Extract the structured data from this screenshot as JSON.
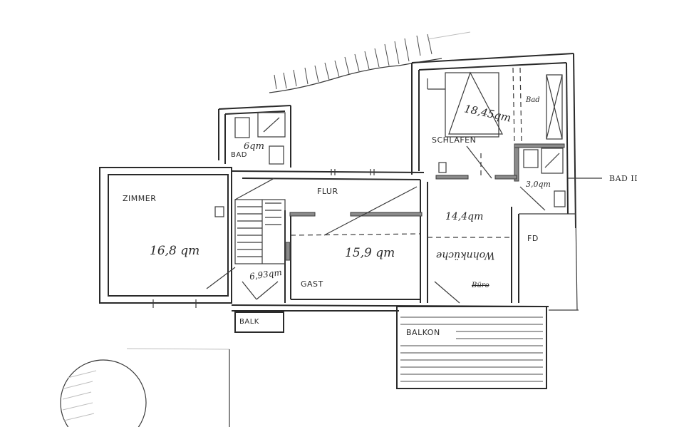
{
  "plan": {
    "type": "hand-drawn floor plan (upper floor)",
    "rooms": [
      {
        "id": "zimmer",
        "name": "ZIMMER",
        "area": "16,8 qm"
      },
      {
        "id": "flur",
        "name": "FLUR"
      },
      {
        "id": "gast",
        "name": "GAST",
        "area": "15,9 qm"
      },
      {
        "id": "bad",
        "name": "BAD",
        "area": "6 qm"
      },
      {
        "id": "treppe",
        "area": "6,93 qm"
      },
      {
        "id": "schlafen",
        "name": "SCHLAFEN",
        "area": "18,45 qm",
        "note": "Bad"
      },
      {
        "id": "bad2",
        "name": "BAD II",
        "area": "3,0 qm"
      },
      {
        "id": "wohnen",
        "name": "Wohnküche (upside-down label)",
        "area": "14,4 qm",
        "sublabel": "Büro"
      },
      {
        "id": "fd",
        "name": "FD"
      },
      {
        "id": "balk",
        "name": "BALK"
      },
      {
        "id": "balkon",
        "name": "BALKON"
      }
    ]
  },
  "labels": {
    "zimmer": "ZIMMER",
    "zimmer_area": "16,8 qm",
    "flur": "FLUR",
    "gast": "GAST",
    "gast_area": "15,9 qm",
    "bad": "BAD",
    "bad_area": "6qm",
    "treppe_area": "6,93qm",
    "schlafen": "SCHLAFEN",
    "schlafen_area": "18,45qm",
    "bad_note": "Bad",
    "bad2": "BAD II",
    "bad2_area": "3,0qm",
    "wohn_area": "14,4qm",
    "wohn_name": "Wohnküche",
    "buero": "Büro",
    "fd": "FD",
    "balk": "BALK",
    "balkon": "BALKON"
  }
}
